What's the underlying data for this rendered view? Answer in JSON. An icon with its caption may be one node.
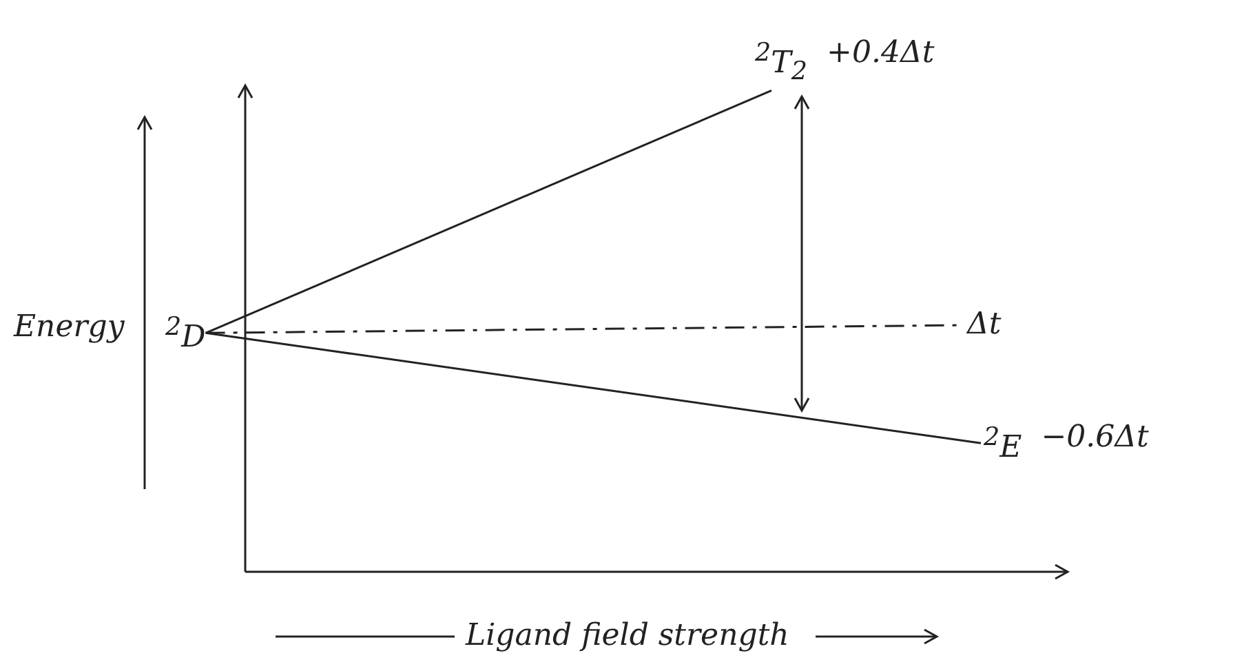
{
  "diagram": {
    "nodes": [
      {
        "text": [
          "$^{2}$D"
        ]
      },
      {
        "text": [
          "$^{2}$T$_{2}$"
        ],
        "beside": [
          "+0.4Δt"
        ]
      },
      {
        "text": [
          "Δt"
        ]
      },
      {
        "text": [
          "$^{2}$E"
        ],
        "beside": [
          "−0.6Δt"
        ]
      }
    ],
    "edges": [
      {
        "from": 0,
        "to": 1,
        "arrow": "none"
      },
      {
        "from": 0,
        "to": 2,
        "arrow": "none",
        "style": "dashed"
      },
      {
        "from": 0,
        "to": 3,
        "arrow": "none"
      }
    ],
    "labels": [
      "Energy",
      "Ligand field strength"
    ]
  }
}
